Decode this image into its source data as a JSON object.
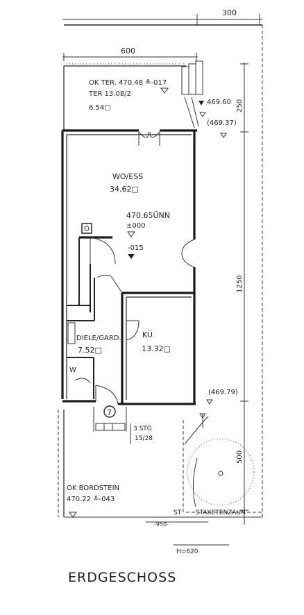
{
  "dimensions": {
    "top_width": "300",
    "terrace_width": "600",
    "right_top": "250",
    "right_mid": "1250",
    "right_bottom": "500",
    "bottom_width": "-950-",
    "bottom_h": "H=620"
  },
  "terrace": {
    "line1": "OK TER.  470.48 ≙-017",
    "line2": "TER 13.08/2",
    "line3": "6.54□",
    "level1": "469.60",
    "level2": "(469.37)"
  },
  "rooms": {
    "wo_ess_name": "WO/ESS",
    "wo_ess_area": "34.62□",
    "level_main": "470.65ÜNN",
    "level_zero": "±000",
    "level_step": "-015",
    "diele_name": "DIELE/GARD.",
    "diele_area": "7.52□",
    "kueche_name": "KÜ",
    "kueche_area": "13.32□",
    "wc_name": "W"
  },
  "entrance": {
    "number": "7",
    "steps_label": "3 STG",
    "steps_size": "15/28"
  },
  "garden": {
    "level": "(469.79)",
    "st_label": "ST",
    "fence_label": "STAKETENZAUN"
  },
  "street": {
    "line1": "OK BORDSTEIN",
    "line2": "470.22 ≙-043"
  },
  "title": "ERDGESCHOSS"
}
